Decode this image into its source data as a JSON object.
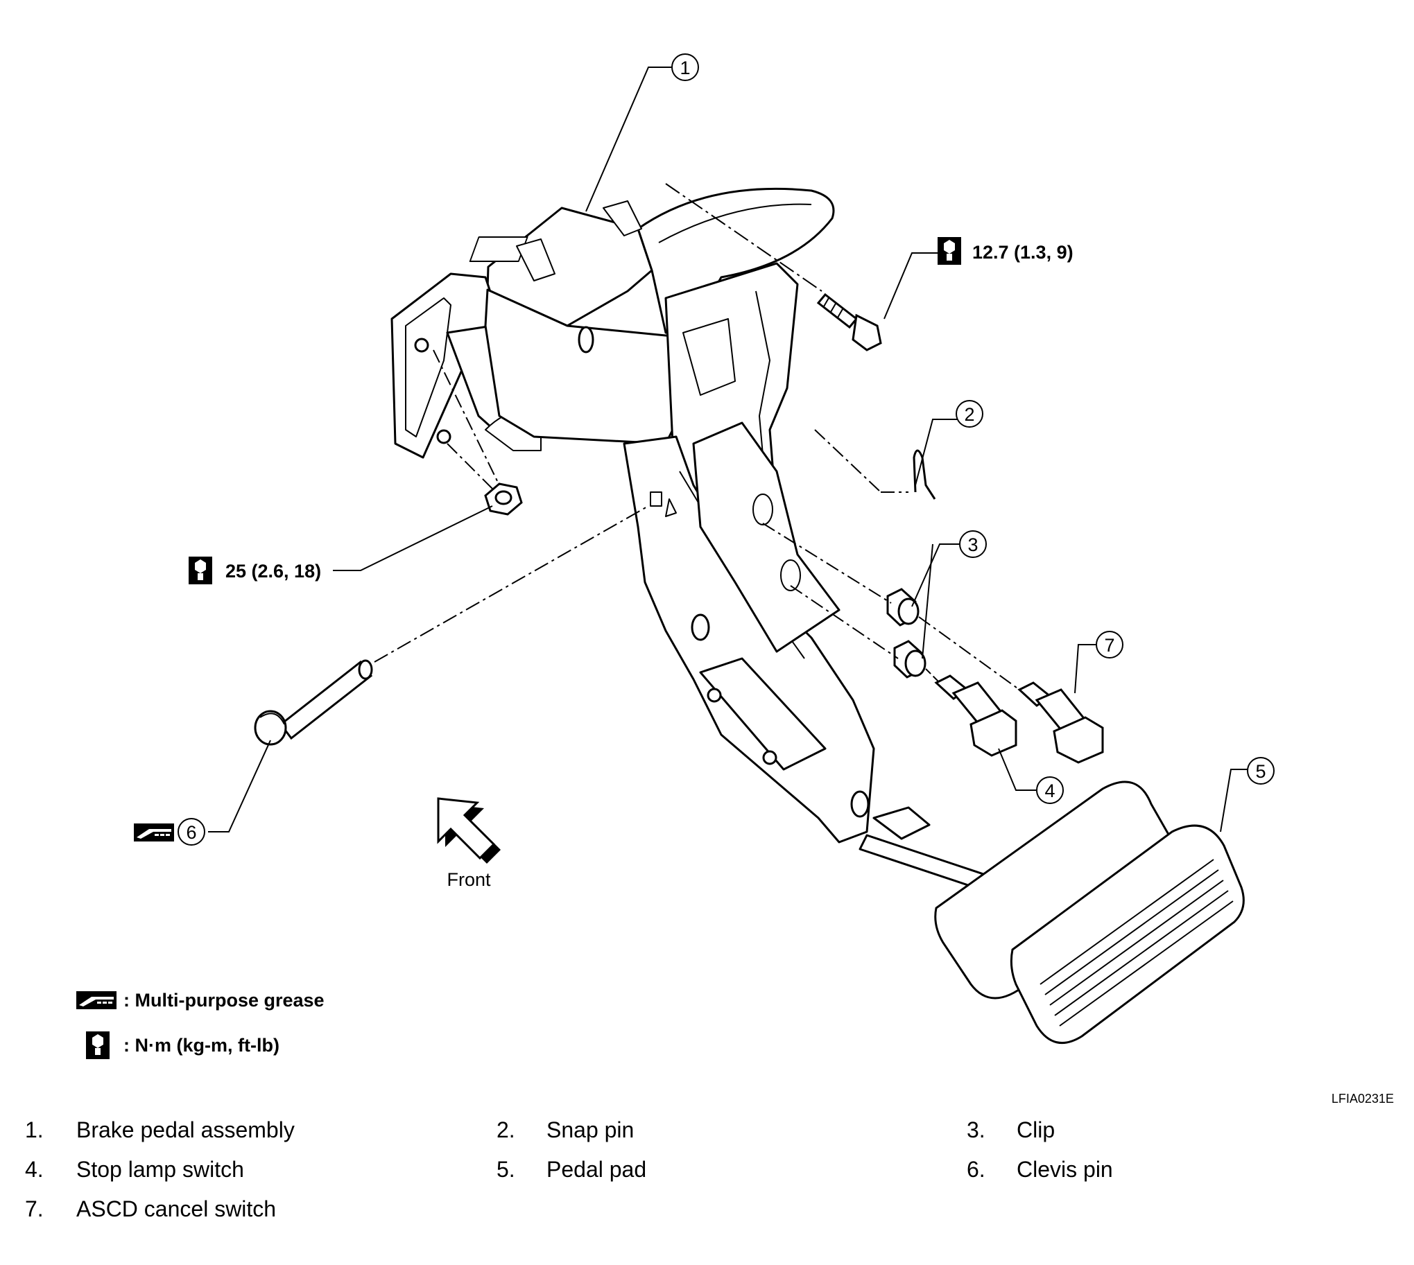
{
  "callouts": {
    "c1": "1",
    "c2": "2",
    "c3": "3",
    "c4": "4",
    "c5": "5",
    "c6": "6",
    "c7": "7"
  },
  "torque": {
    "bolt_upper": "12.7 (1.3, 9)",
    "nut_lower": "25 (2.6, 18)"
  },
  "direction_label": "Front",
  "symbol_key": {
    "grease": ": Multi-purpose grease",
    "torque_unit": ": N·m (kg-m, ft-lb)"
  },
  "figure_code": "LFIA0231E",
  "parts": [
    {
      "num": "1.",
      "name": "Brake pedal assembly"
    },
    {
      "num": "2.",
      "name": "Snap pin"
    },
    {
      "num": "3.",
      "name": "Clip"
    },
    {
      "num": "4.",
      "name": "Stop lamp switch"
    },
    {
      "num": "5.",
      "name": "Pedal pad"
    },
    {
      "num": "6.",
      "name": "Clevis pin"
    },
    {
      "num": "7.",
      "name": "ASCD cancel switch"
    }
  ],
  "icons": [
    "torque-wrench-icon",
    "grease-icon",
    "front-arrow-icon"
  ]
}
